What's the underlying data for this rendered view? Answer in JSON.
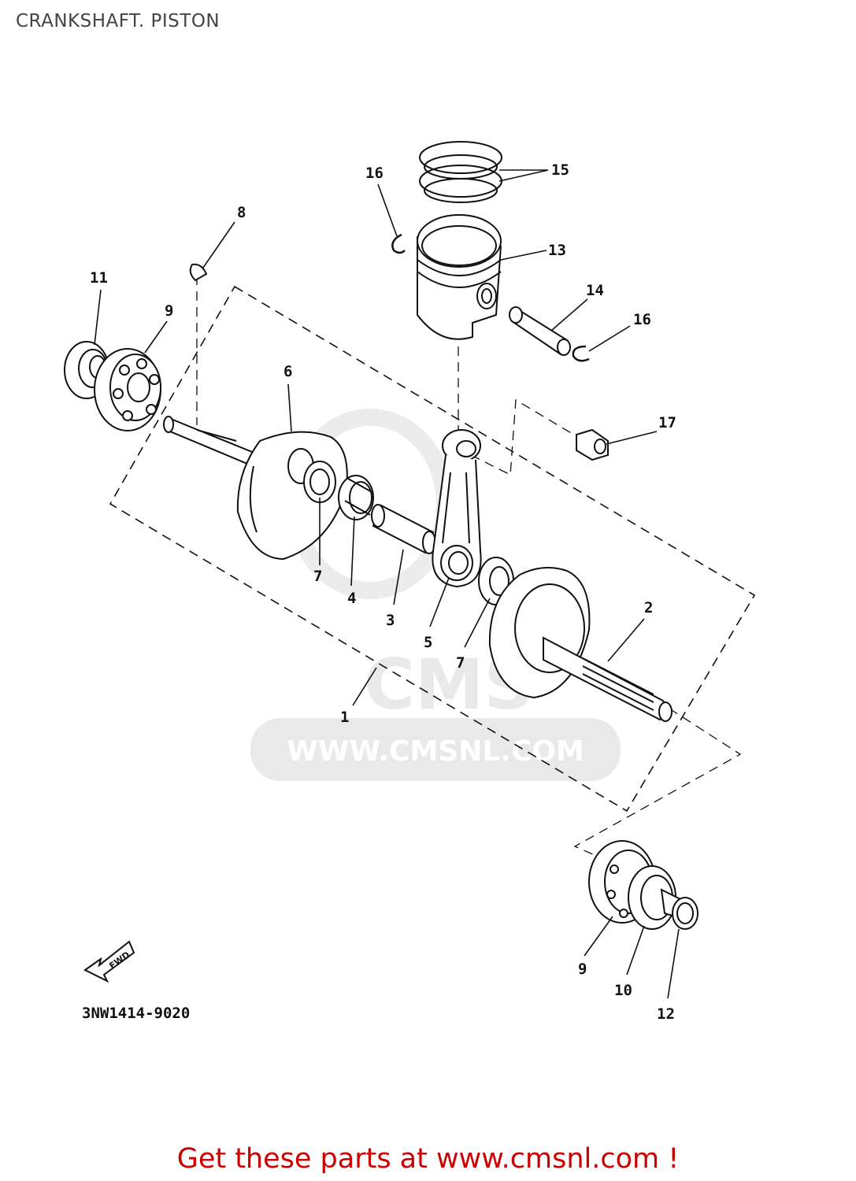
{
  "title": "CRANKSHAFT. PISTON",
  "part_code": "3NW1414-9020",
  "footer": "Get these parts at www.cmsnl.com !",
  "watermark": {
    "text": "WWW.CMSNL.COM",
    "letters": "CMS"
  },
  "fwd_label": "FWD",
  "callouts": {
    "c1": "1",
    "c2": "2",
    "c3": "3",
    "c4": "4",
    "c5": "5",
    "c6": "6",
    "c7a": "7",
    "c7b": "7",
    "c8": "8",
    "c9a": "9",
    "c9b": "9",
    "c10": "10",
    "c11": "11",
    "c12": "12",
    "c13": "13",
    "c14": "14",
    "c15": "15",
    "c16a": "16",
    "c16b": "16",
    "c17": "17"
  },
  "colors": {
    "line": "#111111",
    "footer": "#cc0000",
    "title": "#444444",
    "watermark": "#e9e9e9"
  }
}
